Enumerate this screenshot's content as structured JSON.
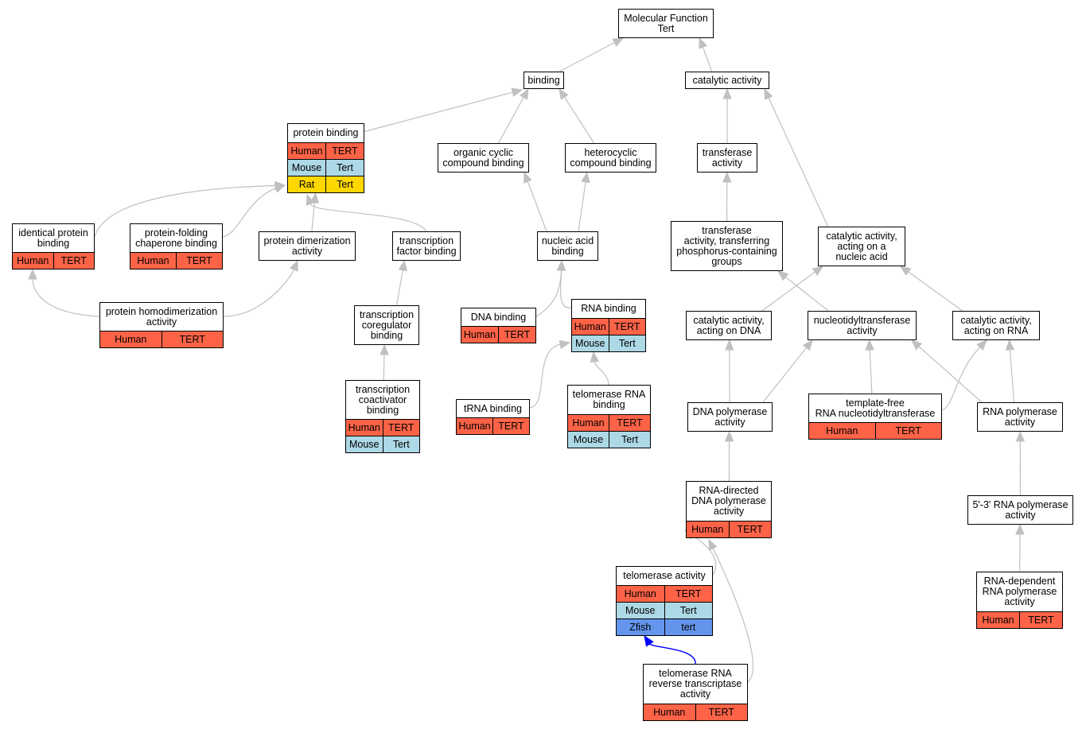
{
  "colors": {
    "Human": "#ff6347",
    "Mouse": "#add8e6",
    "Rat": "#ffd700",
    "Zfish": "#6495ed",
    "edge": "#c0c0c0",
    "highlight_edge": "#0000ff"
  },
  "nodes": {
    "mf": {
      "label": "Molecular Function\nTert",
      "rows": []
    },
    "binding": {
      "label": "binding",
      "rows": []
    },
    "catalytic": {
      "label": "catalytic activity",
      "rows": []
    },
    "protein_binding": {
      "label": "protein binding",
      "rows": [
        {
          "species": "Human",
          "gene": "TERT"
        },
        {
          "species": "Mouse",
          "gene": "Tert"
        },
        {
          "species": "Rat",
          "gene": "Tert"
        }
      ]
    },
    "organic_cyclic": {
      "label": "organic cyclic\ncompound binding",
      "rows": []
    },
    "heterocyclic": {
      "label": "heterocyclic\ncompound binding",
      "rows": []
    },
    "transferase": {
      "label": "transferase\nactivity",
      "rows": []
    },
    "identical_protein": {
      "label": "identical protein\nbinding",
      "rows": [
        {
          "species": "Human",
          "gene": "TERT"
        }
      ]
    },
    "protein_folding": {
      "label": "protein-folding\nchaperone binding",
      "rows": [
        {
          "species": "Human",
          "gene": "TERT"
        }
      ]
    },
    "protein_dimerization": {
      "label": "protein dimerization\nactivity",
      "rows": []
    },
    "tf_binding": {
      "label": "transcription\nfactor binding",
      "rows": []
    },
    "nucleic_acid": {
      "label": "nucleic acid\nbinding",
      "rows": []
    },
    "transferase_phos": {
      "label": "transferase\nactivity, transferring\nphosphorus-containing\ngroups",
      "rows": []
    },
    "cat_nucleic": {
      "label": "catalytic activity,\nacting on a\nnucleic acid",
      "rows": []
    },
    "protein_homodim": {
      "label": "protein homodimerization\nactivity",
      "rows": [
        {
          "species": "Human",
          "gene": "TERT"
        }
      ]
    },
    "trans_coreg": {
      "label": "transcription\ncoregulator\nbinding",
      "rows": []
    },
    "dna_binding": {
      "label": "DNA binding",
      "rows": [
        {
          "species": "Human",
          "gene": "TERT"
        }
      ]
    },
    "rna_binding": {
      "label": "RNA binding",
      "rows": [
        {
          "species": "Human",
          "gene": "TERT"
        },
        {
          "species": "Mouse",
          "gene": "Tert"
        }
      ]
    },
    "cat_dna": {
      "label": "catalytic activity,\nacting on DNA",
      "rows": []
    },
    "nucleotidyl": {
      "label": "nucleotidyltransferase\nactivity",
      "rows": []
    },
    "cat_rna": {
      "label": "catalytic activity,\nacting on RNA",
      "rows": []
    },
    "trans_coact": {
      "label": "transcription\ncoactivator\nbinding",
      "rows": [
        {
          "species": "Human",
          "gene": "TERT"
        },
        {
          "species": "Mouse",
          "gene": "Tert"
        }
      ]
    },
    "trna_binding": {
      "label": "tRNA binding",
      "rows": [
        {
          "species": "Human",
          "gene": "TERT"
        }
      ]
    },
    "telomerase_rna_binding": {
      "label": "telomerase RNA\nbinding",
      "rows": [
        {
          "species": "Human",
          "gene": "TERT"
        },
        {
          "species": "Mouse",
          "gene": "Tert"
        }
      ]
    },
    "template_free": {
      "label": "template-free\nRNA nucleotidyltransferase",
      "rows": [
        {
          "species": "Human",
          "gene": "TERT"
        }
      ]
    },
    "dna_pol": {
      "label": "DNA polymerase\nactivity",
      "rows": []
    },
    "rna_pol": {
      "label": "RNA polymerase\nactivity",
      "rows": []
    },
    "rna_directed_dna_pol": {
      "label": "RNA-directed\nDNA polymerase\nactivity",
      "rows": [
        {
          "species": "Human",
          "gene": "TERT"
        }
      ]
    },
    "rna_pol_53": {
      "label": "5'-3' RNA polymerase\nactivity",
      "rows": []
    },
    "telomerase_activity": {
      "label": "telomerase activity",
      "rows": [
        {
          "species": "Human",
          "gene": "TERT"
        },
        {
          "species": "Mouse",
          "gene": "Tert"
        },
        {
          "species": "Zfish",
          "gene": "tert"
        }
      ]
    },
    "rna_dep_rna_pol": {
      "label": "RNA-dependent\nRNA polymerase\nactivity",
      "rows": [
        {
          "species": "Human",
          "gene": "TERT"
        }
      ]
    },
    "telomerase_rt": {
      "label": "telomerase RNA\nreverse transcriptase\nactivity",
      "rows": [
        {
          "species": "Human",
          "gene": "TERT"
        }
      ]
    }
  },
  "edges": [
    {
      "from": "binding",
      "to": "mf"
    },
    {
      "from": "catalytic",
      "to": "mf"
    },
    {
      "from": "protein_binding",
      "to": "binding"
    },
    {
      "from": "organic_cyclic",
      "to": "binding"
    },
    {
      "from": "heterocyclic",
      "to": "binding"
    },
    {
      "from": "transferase",
      "to": "catalytic"
    },
    {
      "from": "cat_nucleic",
      "to": "catalytic"
    },
    {
      "from": "identical_protein",
      "to": "protein_binding"
    },
    {
      "from": "protein_folding",
      "to": "protein_binding"
    },
    {
      "from": "protein_dimerization",
      "to": "protein_binding"
    },
    {
      "from": "tf_binding",
      "to": "protein_binding"
    },
    {
      "from": "nucleic_acid",
      "to": "organic_cyclic"
    },
    {
      "from": "nucleic_acid",
      "to": "heterocyclic"
    },
    {
      "from": "transferase_phos",
      "to": "transferase"
    },
    {
      "from": "protein_homodim",
      "to": "identical_protein"
    },
    {
      "from": "protein_homodim",
      "to": "protein_dimerization"
    },
    {
      "from": "trans_coreg",
      "to": "tf_binding"
    },
    {
      "from": "dna_binding",
      "to": "nucleic_acid"
    },
    {
      "from": "rna_binding",
      "to": "nucleic_acid"
    },
    {
      "from": "cat_dna",
      "to": "cat_nucleic"
    },
    {
      "from": "cat_rna",
      "to": "cat_nucleic"
    },
    {
      "from": "nucleotidyl",
      "to": "transferase_phos"
    },
    {
      "from": "trans_coact",
      "to": "trans_coreg"
    },
    {
      "from": "trna_binding",
      "to": "rna_binding"
    },
    {
      "from": "telomerase_rna_binding",
      "to": "rna_binding"
    },
    {
      "from": "dna_pol",
      "to": "cat_dna"
    },
    {
      "from": "dna_pol",
      "to": "nucleotidyl"
    },
    {
      "from": "template_free",
      "to": "nucleotidyl"
    },
    {
      "from": "template_free",
      "to": "cat_rna"
    },
    {
      "from": "rna_pol",
      "to": "nucleotidyl"
    },
    {
      "from": "rna_pol",
      "to": "cat_rna"
    },
    {
      "from": "rna_directed_dna_pol",
      "to": "dna_pol"
    },
    {
      "from": "rna_pol_53",
      "to": "rna_pol"
    },
    {
      "from": "rna_dep_rna_pol",
      "to": "rna_pol_53"
    },
    {
      "from": "telomerase_activity",
      "to": "rna_directed_dna_pol"
    },
    {
      "from": "telomerase_rt",
      "to": "rna_directed_dna_pol"
    },
    {
      "from": "telomerase_rt",
      "to": "telomerase_activity",
      "highlight": true
    }
  ]
}
